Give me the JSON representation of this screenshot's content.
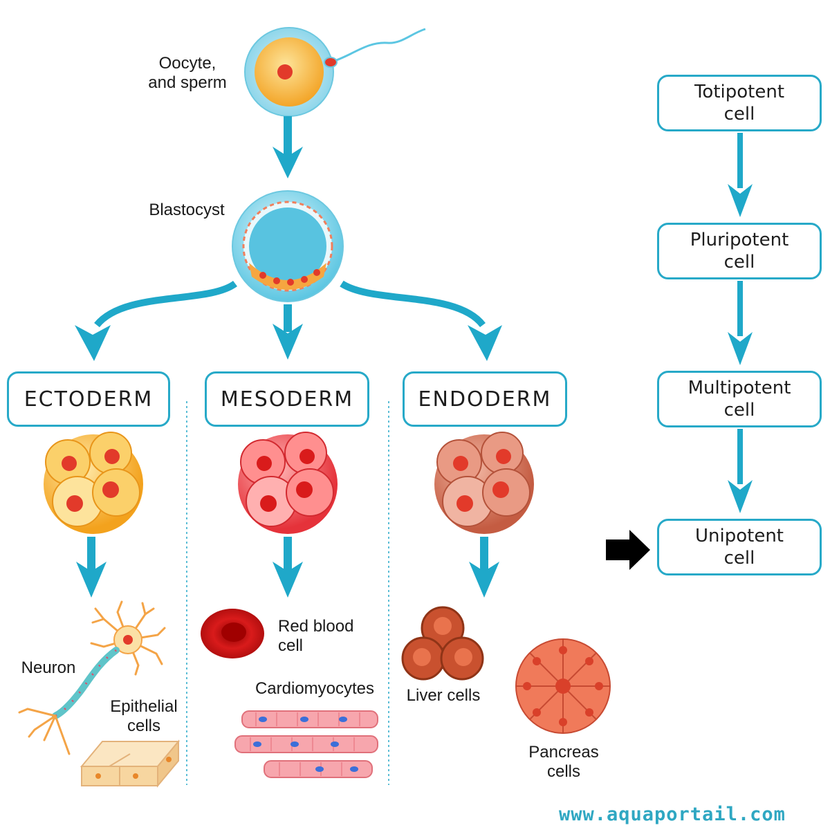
{
  "stages": {
    "oocyte_label_line1": "Oocyte,",
    "oocyte_label_line2": "and sperm",
    "blastocyst_label": "Blastocyst"
  },
  "germ_layers": [
    {
      "label": "ECTODERM",
      "color": "#f4a31c"
    },
    {
      "label": "MESODERM",
      "color": "#e8383c"
    },
    {
      "label": "ENDODERM",
      "color": "#c9684e"
    }
  ],
  "cell_types": {
    "neuron": "Neuron",
    "epithelial_line1": "Epithelial",
    "epithelial_line2": "cells",
    "rbc_line1": "Red blood",
    "rbc_line2": "cell",
    "cardiomyocytes": "Cardiomyocytes",
    "liver": "Liver cells",
    "pancreas_line1": "Pancreas",
    "pancreas_line2": "cells"
  },
  "potency": [
    {
      "line1": "Totipotent",
      "line2": "cell"
    },
    {
      "line1": "Pluripotent",
      "line2": "cell"
    },
    {
      "line1": "Multipotent",
      "line2": "cell"
    },
    {
      "line1": "Unipotent",
      "line2": "cell"
    }
  ],
  "watermark": "www.aquaportail.com",
  "colors": {
    "accent": "#27a9c8",
    "arrow": "#1fa8c9",
    "pointer": "#000000"
  }
}
